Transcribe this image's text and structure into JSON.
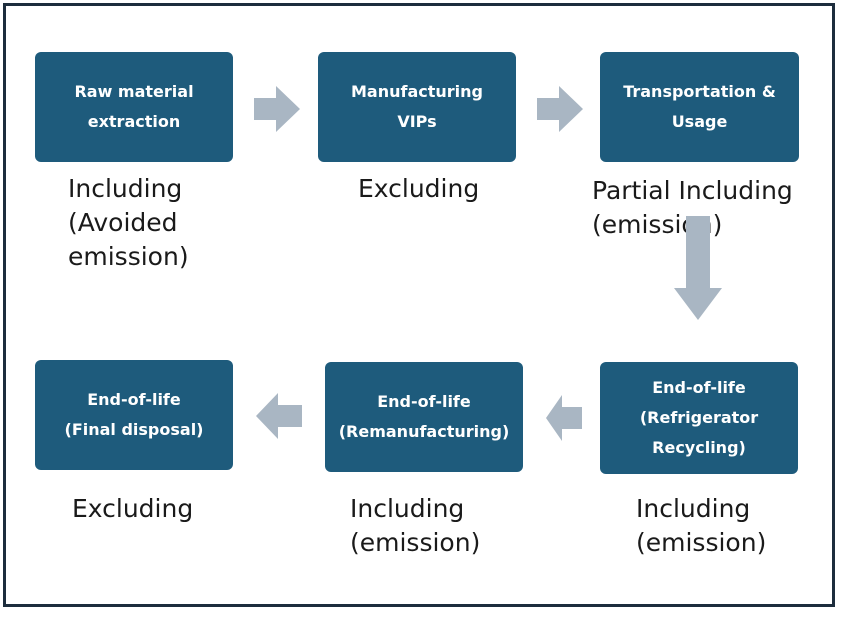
{
  "colors": {
    "box_fill": "#1e5b7c",
    "arrow_fill": "#a9b6c3",
    "frame_border": "#1d2d3d"
  },
  "stages": {
    "raw_material": {
      "lines": [
        "Raw material",
        "extraction"
      ],
      "status": [
        "Including",
        "(Avoided",
        "emission)"
      ]
    },
    "manufacturing": {
      "lines": [
        "Manufacturing",
        "VIPs"
      ],
      "status": [
        "Excluding"
      ]
    },
    "transportation": {
      "lines": [
        "Transportation &",
        "Usage"
      ],
      "status": [
        "Partial Including",
        "(emission)"
      ]
    },
    "eol_recycling": {
      "lines": [
        "End-of-life",
        "(Refrigerator",
        "Recycling)"
      ],
      "status": [
        "Including",
        "(emission)"
      ]
    },
    "eol_remanufacturing": {
      "lines": [
        "End-of-life",
        "(Remanufacturing)"
      ],
      "status": [
        "Including",
        "(emission)"
      ]
    },
    "eol_disposal": {
      "lines": [
        "End-of-life",
        "(Final disposal)"
      ],
      "status": [
        "Excluding"
      ]
    }
  },
  "arrows": [
    {
      "from": "raw_material",
      "to": "manufacturing",
      "direction": "right"
    },
    {
      "from": "manufacturing",
      "to": "transportation",
      "direction": "right"
    },
    {
      "from": "transportation",
      "to": "eol_recycling",
      "direction": "down"
    },
    {
      "from": "eol_recycling",
      "to": "eol_remanufacturing",
      "direction": "left"
    },
    {
      "from": "eol_remanufacturing",
      "to": "eol_disposal",
      "direction": "left"
    }
  ]
}
